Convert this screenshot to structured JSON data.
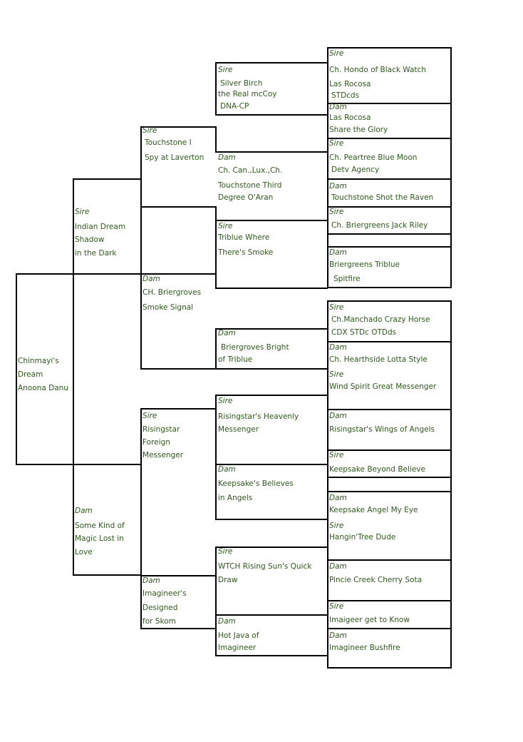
{
  "colors": {
    "text": "#2d5a1a",
    "lines": "#000000",
    "background": "#ffffff"
  },
  "dog": {
    "name": [
      "Chinmayi's",
      "Dream",
      "Anoona Danu"
    ]
  },
  "sire": {
    "role": "Sire",
    "name": [
      "Indian Dream",
      "Shadow",
      "in the Dark"
    ],
    "sire": {
      "role": "Sire",
      "name": [
        "Touchstone I",
        "Spy at Laverton"
      ],
      "sire": {
        "role": "Sire",
        "name": [
          "Silver Birch",
          "the Real mcCoy",
          "DNA-CP"
        ],
        "sire": {
          "role": "Sire",
          "name": [
            "Ch. Hondo of Black Watch",
            "Las Rocosa",
            "STDcds"
          ]
        },
        "dam": {
          "role": "Dam",
          "name": [
            "Las Rocosa",
            "Share the Glory"
          ]
        }
      },
      "dam": {
        "role": "Dam",
        "name": [
          "Ch. Can.,Lux.,Ch.",
          "Touchstone Third",
          "Degree O'Aran"
        ],
        "sire": {
          "role": "Sire",
          "name": [
            "Ch. Peartree Blue Moon",
            "Detv Agency"
          ]
        },
        "dam": {
          "role": "Dam",
          "name": [
            "Touchstone Shot the Raven"
          ]
        }
      }
    },
    "dam": {
      "role": "Dam",
      "name": [
        "CH. Briergroves",
        "Smoke Signal"
      ],
      "sire": {
        "role": "Sire",
        "name": [
          "Triblue Where",
          "There's Smoke"
        ],
        "sire": {
          "role": "Sire",
          "name": [
            "Ch. Briergreens Jack Riley"
          ]
        },
        "dam": {
          "role": "Dam",
          "name": [
            "Briergreens Triblue",
            "Spitfire"
          ]
        }
      },
      "dam": {
        "role": "Dam",
        "name": [
          "Briergroves Bright",
          "of Triblue"
        ],
        "sire": {
          "role": "Sire",
          "name": [
            "Ch.Manchado Crazy Horse",
            "CDX STDc OTDds"
          ]
        },
        "dam": {
          "role": "Dam",
          "name": [
            "Ch. Hearthside Lotta Style"
          ]
        }
      }
    }
  },
  "dam": {
    "role": "Dam",
    "name": [
      "Some Kind of",
      "Magic Lost in",
      "Love"
    ],
    "sire": {
      "role": "Sire",
      "name": [
        "Risingstar",
        "Foreign",
        "Messenger"
      ],
      "sire": {
        "role": "Sire",
        "name": [
          "Risingstar's Heavenly",
          "Messenger"
        ],
        "sire": {
          "role": "Sire",
          "name": [
            "Wind Spirit Great Messenger"
          ]
        },
        "dam": {
          "role": "Dam",
          "name": [
            "Risingstar's Wings of Angels"
          ]
        }
      },
      "dam": {
        "role": "Dam",
        "name": [
          "Keepsake's Believes",
          "in Angels"
        ],
        "sire": {
          "role": "Sire",
          "name": [
            "Keepsake Beyond Believe"
          ]
        },
        "dam": {
          "role": "Dam",
          "name": [
            "Keepsake Angel My Eye"
          ]
        }
      }
    },
    "dam": {
      "role": "Dam",
      "name": [
        "Imagineer's",
        "Designed",
        "for Skom"
      ],
      "sire": {
        "role": "Sire",
        "name": [
          "WTCH Rising Sun's Quick",
          "Draw"
        ],
        "sire": {
          "role": "Sire",
          "name": [
            "Hangin'Tree Dude"
          ]
        },
        "dam": {
          "role": "Dam",
          "name": [
            "Pincie Creek Cherry Sota"
          ]
        }
      },
      "dam": {
        "role": "Dam",
        "name": [
          "Hot Java of",
          "Imagineer"
        ],
        "sire": {
          "role": "Sire",
          "name": [
            "Imaigeer get to Know"
          ]
        },
        "dam": {
          "role": "Dam",
          "name": [
            "Imagineer Bushfire"
          ]
        }
      }
    }
  }
}
